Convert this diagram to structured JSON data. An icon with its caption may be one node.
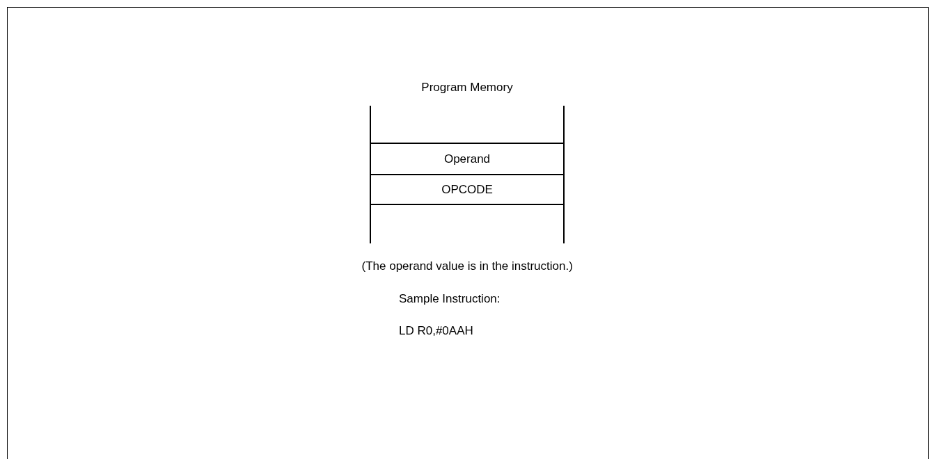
{
  "diagram": {
    "nodes": [
      {
        "text": [
          "Program Memory"
        ]
      },
      {
        "text": [
          "Operand"
        ],
        "in": 0
      },
      {
        "text": [
          "OPCODE"
        ],
        "in": 0
      }
    ],
    "labels": [
      "(The operand value is in the instruction.)",
      "Sample Instruction:",
      "LD R0,#0AAH"
    ]
  }
}
